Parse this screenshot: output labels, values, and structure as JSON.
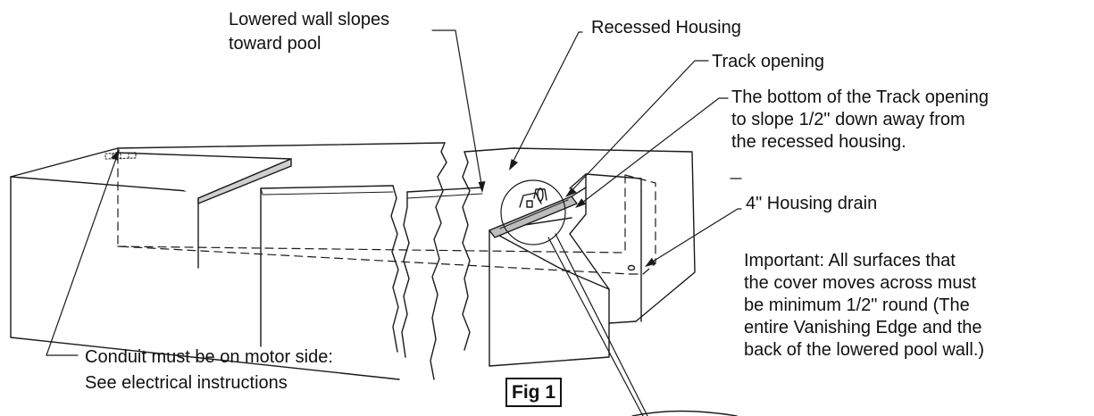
{
  "labels": {
    "lowered_wall": [
      "Lowered wall slopes",
      "toward pool"
    ],
    "recessed_housing": "Recessed Housing",
    "track_opening": "Track opening",
    "track_slope": [
      "The bottom of the Track opening",
      "to slope 1/2\" down away from",
      "the recessed housing."
    ],
    "housing_drain": "4\" Housing drain",
    "important": [
      "Important: All surfaces that",
      "the cover moves across must",
      "be minimum 1/2\" round (The",
      "entire Vanishing Edge and the",
      "back of the lowered pool wall.)"
    ],
    "conduit": [
      "Conduit must be on motor side:",
      "See electrical instructions"
    ]
  },
  "figure_label": "Fig 1"
}
